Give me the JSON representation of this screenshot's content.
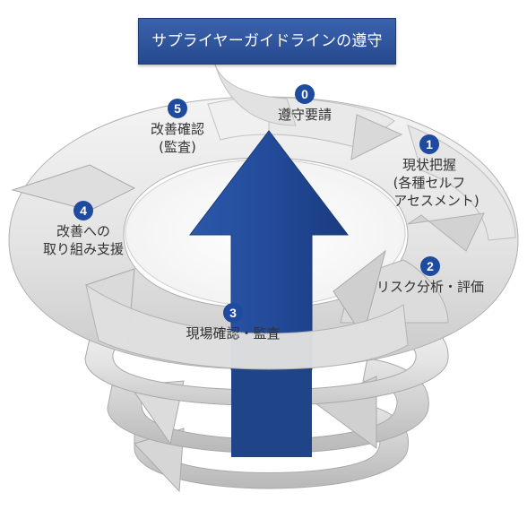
{
  "title": "サプライヤーガイドラインの遵守",
  "steps": [
    {
      "number": "0",
      "lines": [
        "遵守要請"
      ]
    },
    {
      "number": "1",
      "lines": [
        "現状把握",
        "(各種セルフ",
        "アセスメント)"
      ]
    },
    {
      "number": "2",
      "lines": [
        "リスク分析・評価"
      ]
    },
    {
      "number": "3",
      "lines": [
        "現場確認・監査"
      ]
    },
    {
      "number": "4",
      "lines": [
        "改善への",
        "取り組み支援"
      ]
    },
    {
      "number": "5",
      "lines": [
        "改善確認",
        "(監査)"
      ]
    }
  ],
  "colors": {
    "accent_blue": "#26498e",
    "badge_blue": "#1e4aa0",
    "spiral_light": "#eeeeee",
    "spiral_shadow": "#b5b5b5"
  }
}
